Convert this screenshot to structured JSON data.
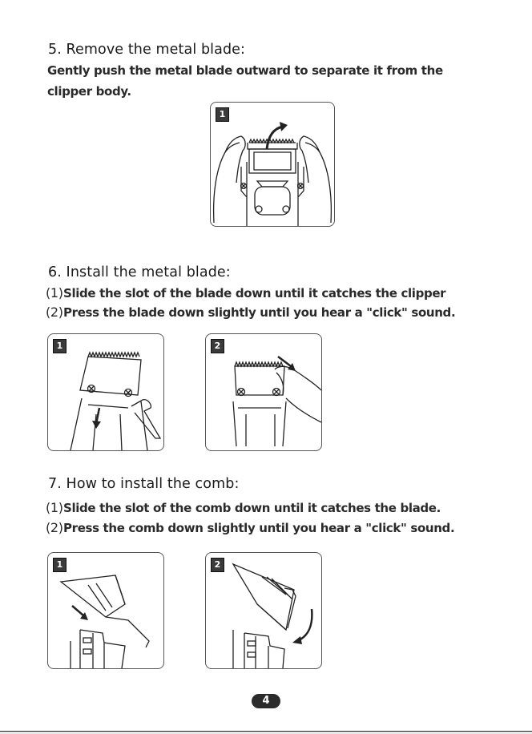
{
  "section5": {
    "title": "5. Remove the metal blade:",
    "line1": "Gently push the metal blade outward to separate it from the",
    "line2": "clipper body.",
    "figure_label": "1"
  },
  "section6": {
    "title": "6. Install the metal blade:",
    "steps": [
      {
        "num": "(1)",
        "text": "Slide the slot of the blade down until it catches the clipper"
      },
      {
        "num": "(2)",
        "text": "Press the blade down slightly until you hear a \"click\" sound."
      }
    ],
    "figure_labels": [
      "1",
      "2"
    ]
  },
  "section7": {
    "title": "7. How to install the comb:",
    "steps": [
      {
        "num": "(1)",
        "text": "Slide the slot of the comb down until it catches the blade."
      },
      {
        "num": "(2)",
        "text": "Press the comb down slightly until you hear a \"click\" sound."
      }
    ],
    "figure_labels": [
      "1",
      "2"
    ]
  },
  "page_number": "4"
}
